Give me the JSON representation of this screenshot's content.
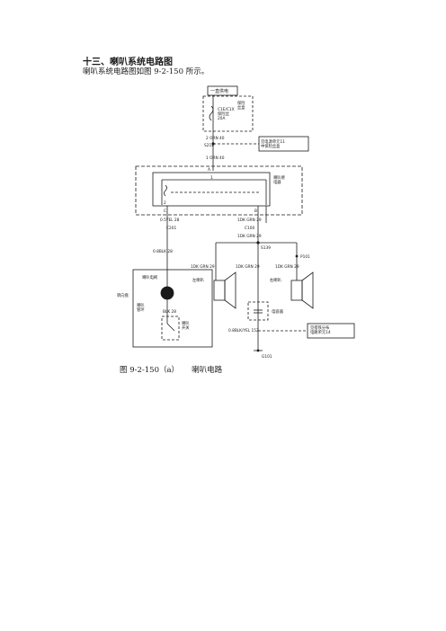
{
  "heading": "十三、喇叭系统电路图",
  "intro": "喇叭系统电路图如图 9-2-150 所示。",
  "caption": {
    "number": "图 9-2-150（a）",
    "title": "喇叭电路"
  },
  "diagram": {
    "power_label": "一直供电",
    "fusebox_label": "保险\n丝盒",
    "fuse_label": "C1E/C1X\n保险丝\n20A",
    "wire_top": "2 ORN 40",
    "splice_s212": "S212",
    "wire_orn": "1 ORN 40",
    "bcm_ref": "见电源单元11\n中保险丝盒",
    "relay_label": "喇叭继\n电器",
    "pin_a": "A",
    "pin_1": "1",
    "pin_2": "2",
    "pin_c": "C",
    "pin_b": "B",
    "wire_yel": "0.5YEL 28",
    "conn_c201": "C201",
    "wire_dkgrn_1": "1DK GRN 29",
    "conn_c100": "C100",
    "wire_dkgrn_2": "1DK GRN 29",
    "splice_s139": "S139",
    "conn_p101": "P101",
    "wire_blk_28a": "0.8BLK 28",
    "horn_brush": "喇叭电刷",
    "steering_column": "转向盘",
    "horn_ring": "喇叭\n管环",
    "wire_blk_28b": "BLK 28",
    "horn_switch": "喇叭\n开关",
    "wire_lh_horn": "1DK GRN 29",
    "lh_horn": "左喇叭",
    "wire_mid": "1DK GRN 29",
    "wire_rh_horn": "1DK GRN 29",
    "rh_horn": "右喇叭",
    "capacitor": "电容器",
    "wire_ground": "0.8BLK/YEL 152",
    "ground_ref": "见搭铁分布\n电路单元14",
    "ground_g101": "G101"
  }
}
